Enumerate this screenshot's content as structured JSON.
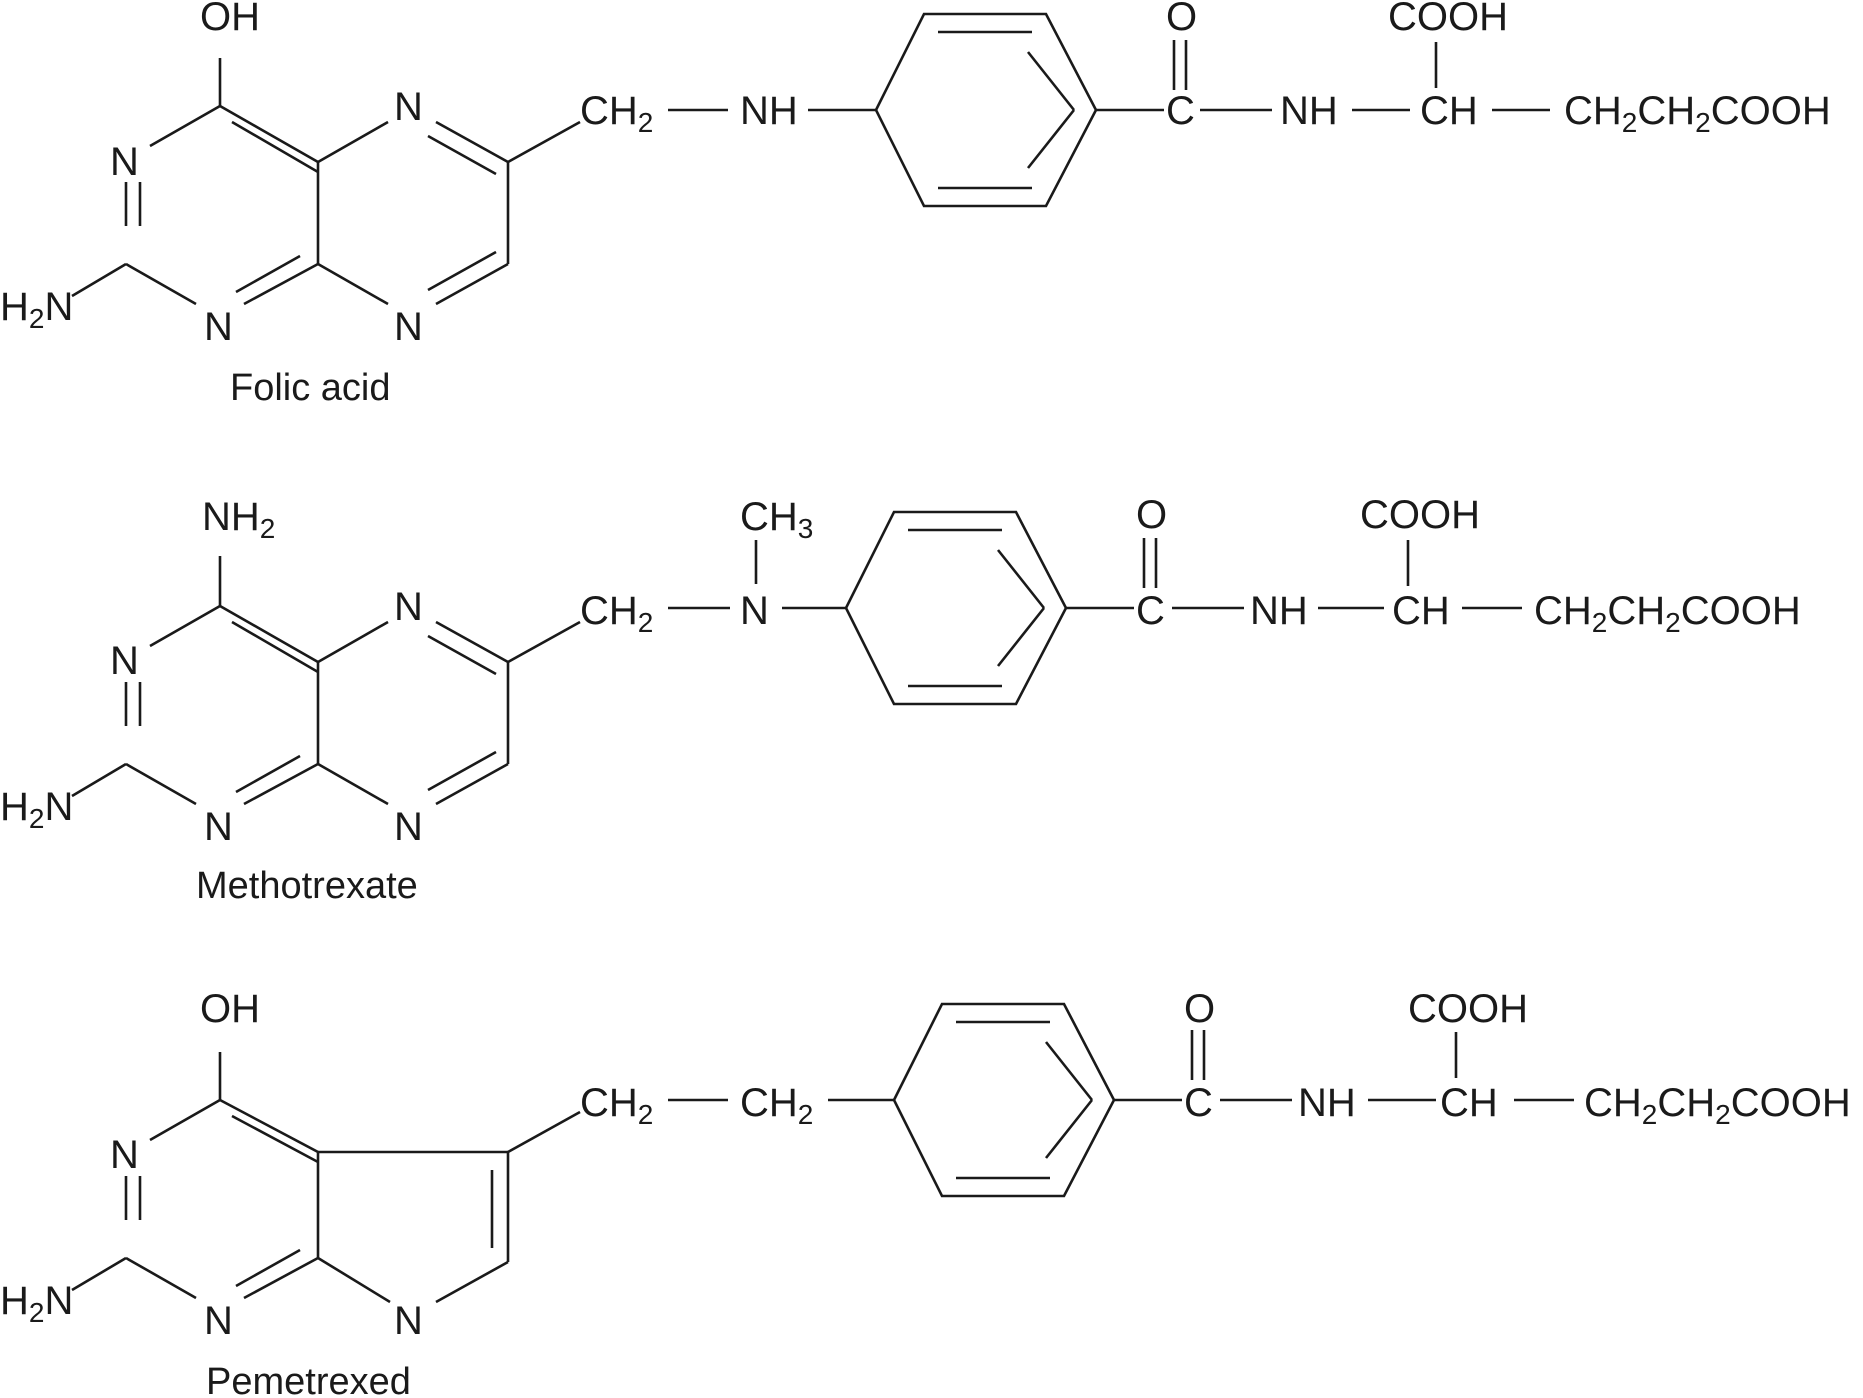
{
  "molecules": [
    {
      "name": "Folic acid",
      "ring_substituents": {
        "top": "OH",
        "left_amino": "H2N"
      },
      "ring_atoms": {
        "n_pyrimidine_upper": "N",
        "n_pyrimidine_lower": "N",
        "n_pyrazine_upper": "N",
        "n_pyrazine_lower": "N"
      },
      "linker": [
        "CH2",
        "NH"
      ],
      "tail": {
        "carbonyl_o": "O",
        "carbonyl_c": "C",
        "amide": "NH",
        "alpha": "CH",
        "alpha_sub": "COOH",
        "chain": "CH2CH2COOH"
      }
    },
    {
      "name": "Methotrexate",
      "ring_substituents": {
        "top": "NH2",
        "left_amino": "H2N"
      },
      "ring_atoms": {
        "n_pyrimidine_upper": "N",
        "n_pyrimidine_lower": "N",
        "n_pyrazine_upper": "N",
        "n_pyrazine_lower": "N"
      },
      "linker": [
        "CH2",
        "N"
      ],
      "linker_methyl": "CH3",
      "tail": {
        "carbonyl_o": "O",
        "carbonyl_c": "C",
        "amide": "NH",
        "alpha": "CH",
        "alpha_sub": "COOH",
        "chain": "CH2CH2COOH"
      }
    },
    {
      "name": "Pemetrexed",
      "ring_substituents": {
        "top": "OH",
        "left_amino": "H2N"
      },
      "ring_atoms": {
        "n_pyrimidine_upper": "N",
        "n_pyrimidine_lower": "N",
        "n_pyrrole": "N"
      },
      "linker": [
        "CH2",
        "CH2"
      ],
      "tail": {
        "carbonyl_o": "O",
        "carbonyl_c": "C",
        "amide": "NH",
        "alpha": "CH",
        "alpha_sub": "COOH",
        "chain": "CH2CH2COOH"
      }
    }
  ]
}
